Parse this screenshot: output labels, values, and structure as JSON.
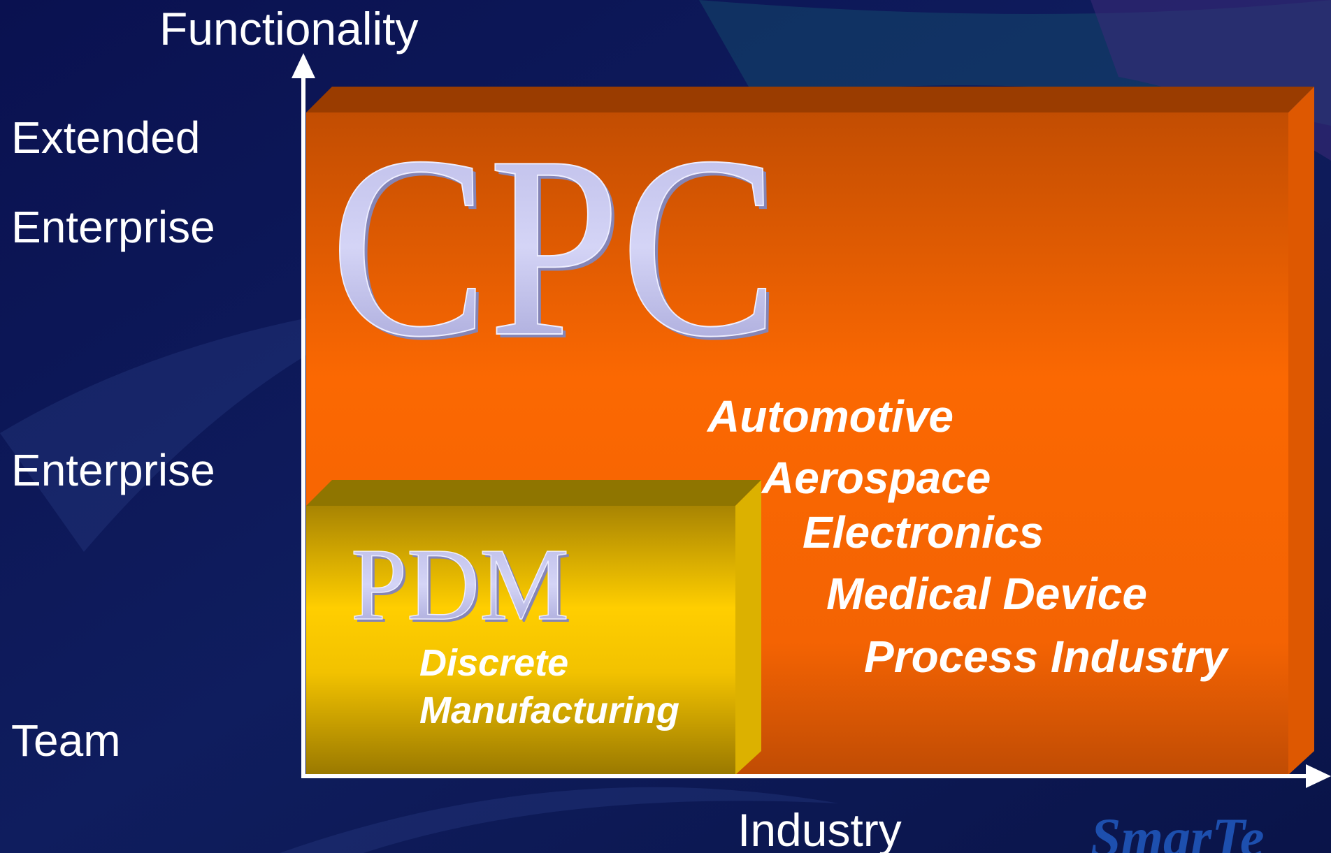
{
  "axes": {
    "y_title": "Functionality",
    "x_title": "Industry",
    "y_levels": [
      "Extended",
      "Enterprise",
      "Enterprise",
      "Team"
    ]
  },
  "boxes": {
    "large": {
      "title": "CPC",
      "color": "#f46307"
    },
    "small": {
      "title": "PDM",
      "color": "#fcc800"
    }
  },
  "industries": [
    "Automotive",
    "Aerospace",
    "Electronics",
    "Medical Device",
    "Process Industry"
  ],
  "small_box_label": [
    "Discrete",
    "Manufacturing"
  ],
  "watermark": "SmarTe"
}
